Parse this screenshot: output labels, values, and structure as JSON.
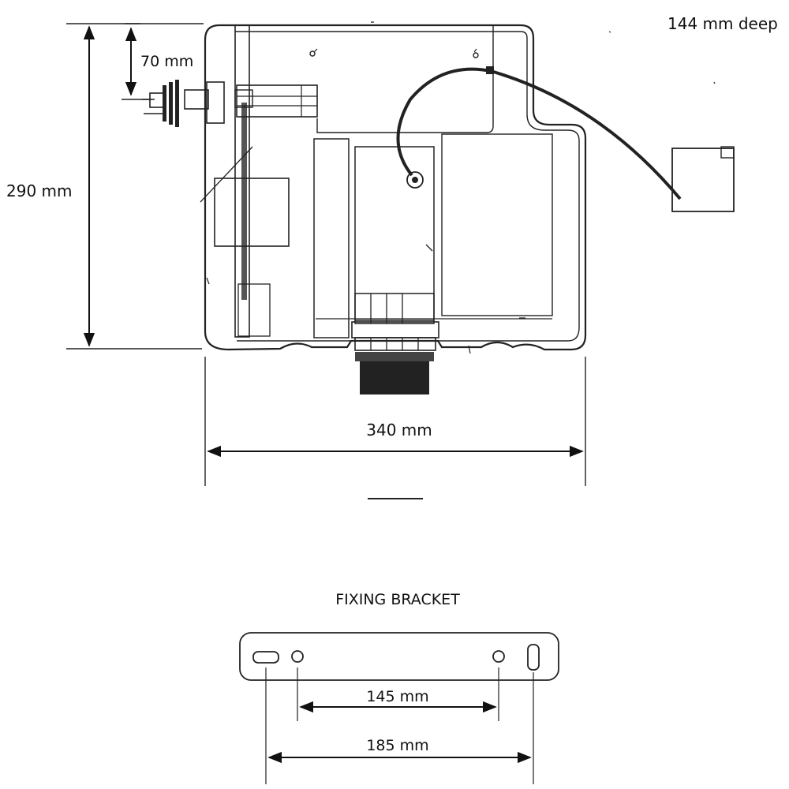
{
  "cistern": {
    "depth_label": "144 mm deep",
    "height_label": "290 mm",
    "inlet_offset_label": "70 mm",
    "width_label": "340 mm"
  },
  "bracket": {
    "title": "FIXING BRACKET",
    "inner_spacing_label": "145 mm",
    "outer_spacing_label": "185 mm"
  }
}
